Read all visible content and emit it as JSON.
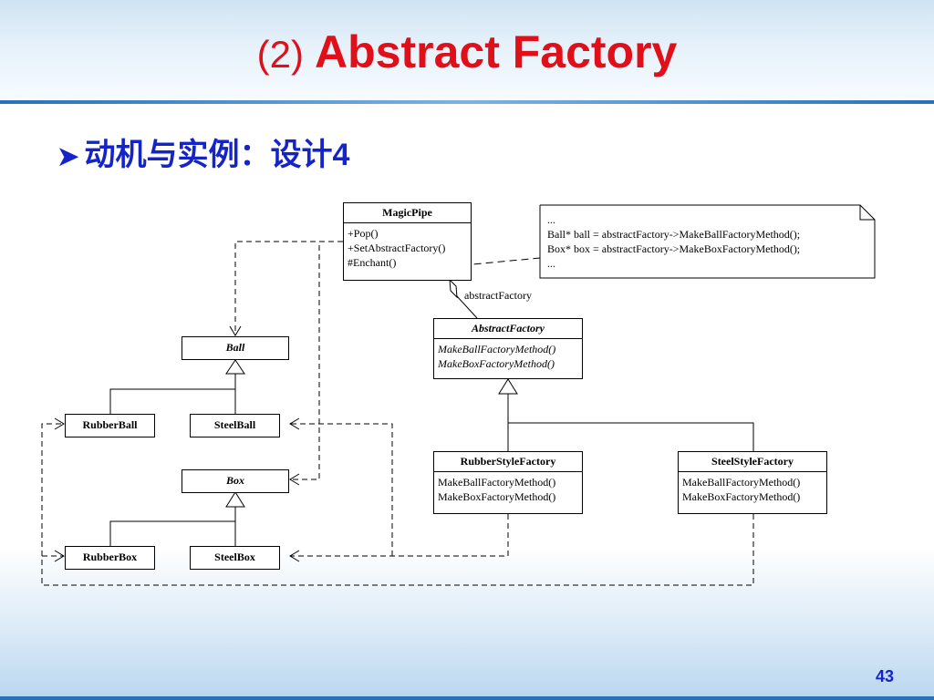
{
  "slide": {
    "title_num": "(2)",
    "title_text": "Abstract Factory",
    "bullet": "动机与实例：设计4",
    "page_number": "43"
  },
  "diagram": {
    "magicpipe": {
      "name": "MagicPipe",
      "ops": [
        "+Pop()",
        "+SetAbstractFactory()",
        "#Enchant()"
      ]
    },
    "abstract_factory": {
      "name": "AbstractFactory",
      "ops": [
        "MakeBallFactoryMethod()",
        "MakeBoxFactoryMethod()"
      ]
    },
    "rubber_factory": {
      "name": "RubberStyleFactory",
      "ops": [
        "MakeBallFactoryMethod()",
        "MakeBoxFactoryMethod()"
      ]
    },
    "steel_factory": {
      "name": "SteelStyleFactory",
      "ops": [
        "MakeBallFactoryMethod()",
        "MakeBoxFactoryMethod()"
      ]
    },
    "ball": "Ball",
    "box": "Box",
    "rubber_ball": "RubberBall",
    "steel_ball": "SteelBall",
    "rubber_box": "RubberBox",
    "steel_box": "SteelBox",
    "assoc_label": "abstractFactory",
    "note_lines": [
      "...",
      "Ball* ball = abstractFactory->MakeBallFactoryMethod();",
      "Box* box = abstractFactory->MakeBoxFactoryMethod();",
      "..."
    ]
  }
}
